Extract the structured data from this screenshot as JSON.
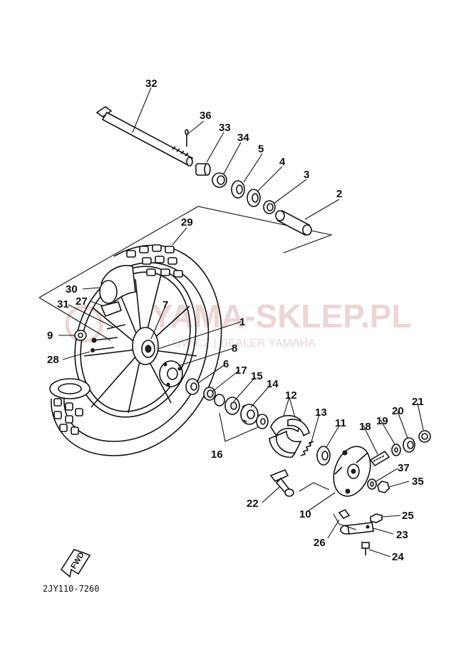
{
  "diagram_code": "2JY110-7260",
  "fwd_label": "FWD",
  "watermark": {
    "brand": "YAMA-SKLEP.PL",
    "subtitle": "…OWICZ | DEALER YAMAHA"
  },
  "callouts": [
    {
      "id": "32",
      "text": "32"
    },
    {
      "id": "36",
      "text": "36"
    },
    {
      "id": "33",
      "text": "33"
    },
    {
      "id": "34",
      "text": "34"
    },
    {
      "id": "5",
      "text": "5"
    },
    {
      "id": "4",
      "text": "4"
    },
    {
      "id": "3",
      "text": "3"
    },
    {
      "id": "2",
      "text": "2"
    },
    {
      "id": "29",
      "text": "29"
    },
    {
      "id": "30",
      "text": "30"
    },
    {
      "id": "27",
      "text": "27"
    },
    {
      "id": "31",
      "text": "31"
    },
    {
      "id": "7",
      "text": "7"
    },
    {
      "id": "1",
      "text": "1"
    },
    {
      "id": "9",
      "text": "9"
    },
    {
      "id": "8",
      "text": "8"
    },
    {
      "id": "28",
      "text": "28"
    },
    {
      "id": "6",
      "text": "6"
    },
    {
      "id": "17",
      "text": "17"
    },
    {
      "id": "15",
      "text": "15"
    },
    {
      "id": "14",
      "text": "14"
    },
    {
      "id": "12",
      "text": "12"
    },
    {
      "id": "13",
      "text": "13"
    },
    {
      "id": "11",
      "text": "11"
    },
    {
      "id": "18",
      "text": "18"
    },
    {
      "id": "19",
      "text": "19"
    },
    {
      "id": "20",
      "text": "20"
    },
    {
      "id": "21",
      "text": "21"
    },
    {
      "id": "16",
      "text": "16"
    },
    {
      "id": "37",
      "text": "37"
    },
    {
      "id": "35",
      "text": "35"
    },
    {
      "id": "22",
      "text": "22"
    },
    {
      "id": "10",
      "text": "10"
    },
    {
      "id": "25",
      "text": "25"
    },
    {
      "id": "23",
      "text": "23"
    },
    {
      "id": "26",
      "text": "26"
    },
    {
      "id": "24",
      "text": "24"
    }
  ]
}
